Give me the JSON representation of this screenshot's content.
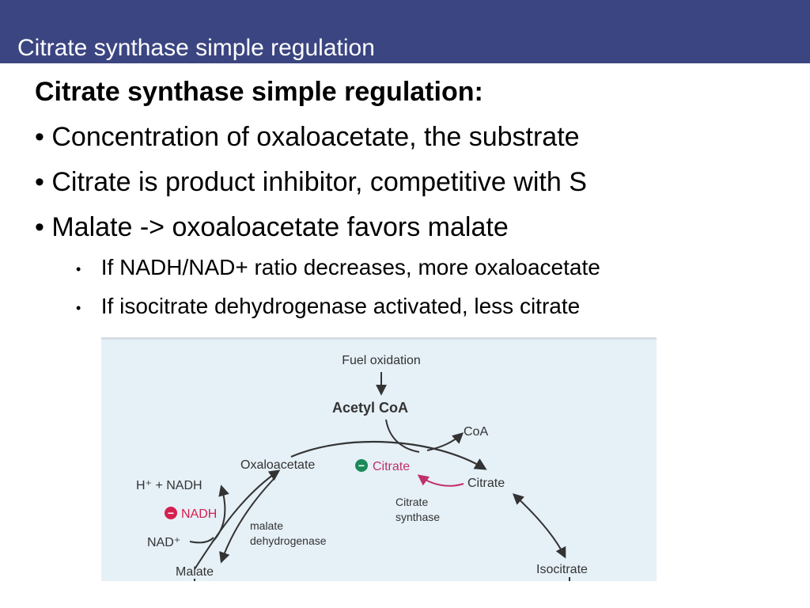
{
  "header": {
    "title": "Citrate synthase simple regulation"
  },
  "slide": {
    "heading": "Citrate synthase simple regulation:",
    "bullets": [
      "Concentration of oxaloacetate, the substrate",
      "Citrate is product inhibitor, competitive with S",
      "Malate -> oxoaloacetate favors malate"
    ],
    "sub_bullets": [
      "If NADH/NAD+ ratio decreases, more oxaloacetate",
      "If isocitrate dehydrogenase activated, less citrate"
    ],
    "bullet_symbol": "•"
  },
  "diagram": {
    "fuel_oxidation": "Fuel oxidation",
    "acetyl_coa": "Acetyl CoA",
    "coa": "CoA",
    "oxaloacetate": "Oxaloacetate",
    "inhibitor_citrate": "Citrate",
    "citrate": "Citrate",
    "citrate_synthase_line1": "Citrate",
    "citrate_synthase_line2": "synthase",
    "h_nadh": "H⁺ + NADH",
    "inhibitor_nadh": "NADH",
    "nad": "NAD⁺",
    "malate_dh_line1": "malate",
    "malate_dh_line2": "dehydrogenase",
    "malate": "Malate",
    "isocitrate": "Isocitrate",
    "minus_symbol": "−",
    "colors": {
      "panel": "#e6f0f7",
      "arrow": "#333333",
      "inhibit_green": "#1a8a5a",
      "inhibit_red": "#d4204f",
      "magenta_arrow": "#c0306a",
      "header": "#3b4581"
    }
  }
}
